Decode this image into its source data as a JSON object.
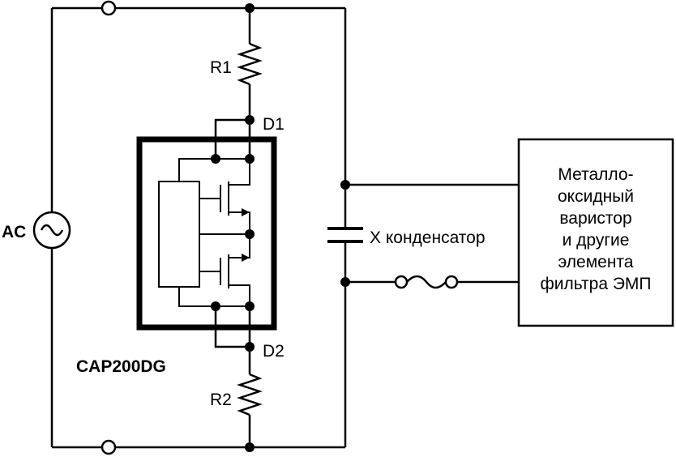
{
  "labels": {
    "ac": "AC",
    "r1": "R1",
    "r2": "R2",
    "d1": "D1",
    "d2": "D2",
    "chip": "CAP200DG",
    "x_capacitor": "X конденсатор",
    "block_lines": [
      "Металло-",
      "оксидный",
      "варистор",
      "и другие",
      "элемента",
      "фильтра ЭМП"
    ]
  }
}
